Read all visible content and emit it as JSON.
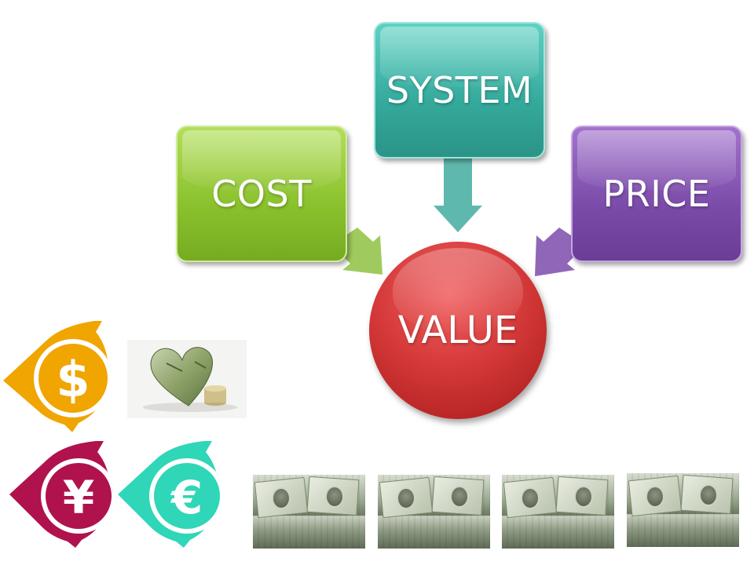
{
  "diagram": {
    "nodes": {
      "system": "SYSTEM",
      "cost": "COST",
      "price": "PRICE",
      "value": "VALUE"
    },
    "edges": [
      {
        "from": "system",
        "to": "value"
      },
      {
        "from": "cost",
        "to": "value"
      },
      {
        "from": "price",
        "to": "value"
      }
    ]
  },
  "colors": {
    "system": "#3db3a5",
    "cost": "#8dc63f",
    "price": "#7d4fab",
    "value": "#d63a3a",
    "dollar_icon": "#f0a500",
    "yen_icon": "#b0124e",
    "euro_icon": "#2fd6b8"
  },
  "icons": {
    "dollar": "dollar-coin-icon",
    "yen": "yen-coin-icon",
    "euro": "euro-coin-icon",
    "heart_money": "money-heart-photo",
    "money_stack": "money-stack-photo"
  }
}
